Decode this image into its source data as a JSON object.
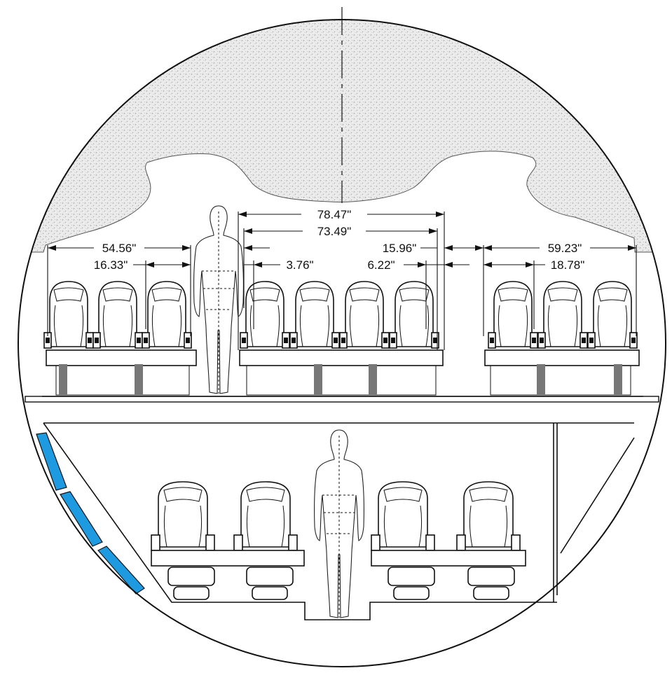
{
  "dimensions": {
    "d1": "78.47\"",
    "d2": "73.49\"",
    "d3": "54.56\"",
    "d4": "15.96\"",
    "d5": "59.23\"",
    "d6": "16.33\"",
    "d7": "3.76\"",
    "d8": "6.22\"",
    "d9": "18.78\""
  },
  "colors": {
    "line": "#111111",
    "speckle": "#e2e2e2",
    "window_blue": "#1e9be0"
  },
  "icons": {
    "seat": "seat-icon",
    "passenger": "passenger-silhouette-icon"
  }
}
